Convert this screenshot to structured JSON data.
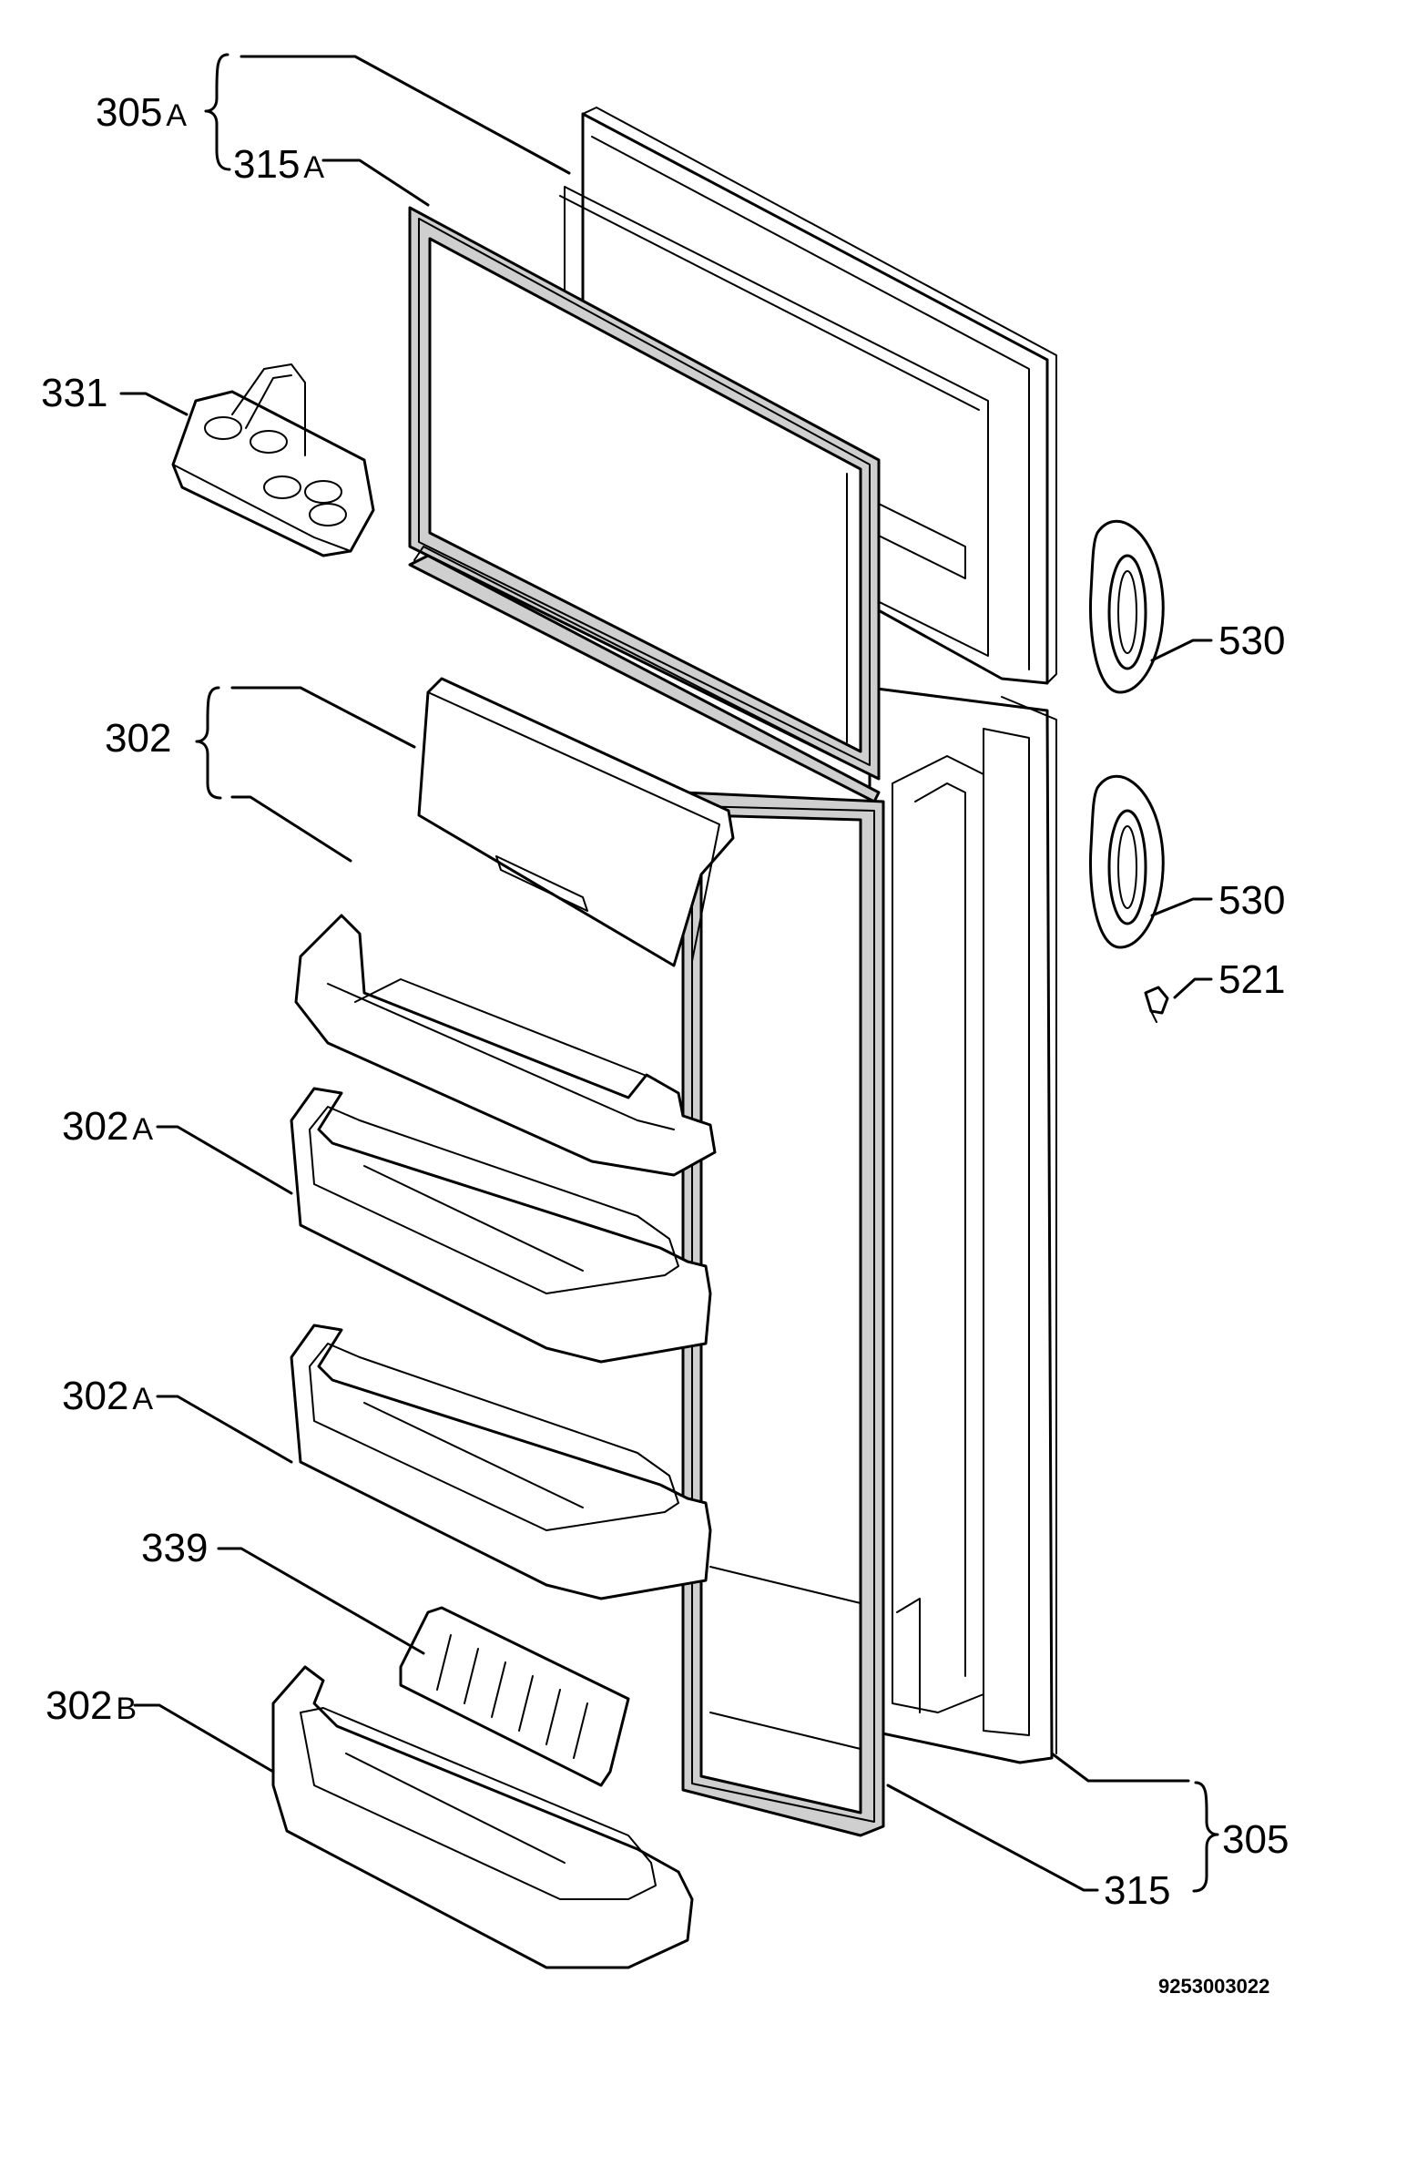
{
  "labels": {
    "l305A": {
      "num": "305",
      "suffix": "A"
    },
    "l315A": {
      "num": "315",
      "suffix": "A"
    },
    "l331": {
      "num": "331",
      "suffix": ""
    },
    "l302": {
      "num": "302",
      "suffix": ""
    },
    "l302A_1": {
      "num": "302",
      "suffix": "A"
    },
    "l302A_2": {
      "num": "302",
      "suffix": "A"
    },
    "l339": {
      "num": "339",
      "suffix": ""
    },
    "l302B": {
      "num": "302",
      "suffix": "B"
    },
    "l530_1": {
      "num": "530",
      "suffix": ""
    },
    "l530_2": {
      "num": "530",
      "suffix": ""
    },
    "l521": {
      "num": "521",
      "suffix": ""
    },
    "l305": {
      "num": "305",
      "suffix": ""
    },
    "l315": {
      "num": "315",
      "suffix": ""
    }
  },
  "drawing_code": "9253003022"
}
